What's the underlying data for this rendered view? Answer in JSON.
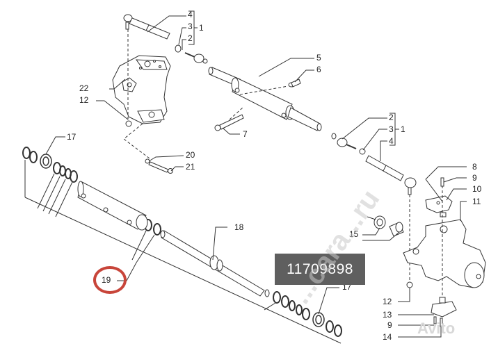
{
  "diagram": {
    "type": "exploded parts diagram",
    "subject": "front steering cylinder / tie rod assembly",
    "part_number_badge": "11709898",
    "highlighted_callout": "19",
    "highlight_color": "#c8453a",
    "watermarks": [
      "Avito",
      "...cara...ru"
    ],
    "callouts": [
      {
        "id": "c4a",
        "text": "4"
      },
      {
        "id": "c3a",
        "text": "3"
      },
      {
        "id": "c1a",
        "text": "1"
      },
      {
        "id": "c2a",
        "text": "2"
      },
      {
        "id": "c5",
        "text": "5"
      },
      {
        "id": "c6",
        "text": "6"
      },
      {
        "id": "c22",
        "text": "22"
      },
      {
        "id": "c12a",
        "text": "12"
      },
      {
        "id": "c7",
        "text": "7"
      },
      {
        "id": "c2b",
        "text": "2"
      },
      {
        "id": "c3b",
        "text": "3"
      },
      {
        "id": "c1b",
        "text": "1"
      },
      {
        "id": "c4b",
        "text": "4"
      },
      {
        "id": "c17a",
        "text": "17"
      },
      {
        "id": "c20",
        "text": "20"
      },
      {
        "id": "c21",
        "text": "21"
      },
      {
        "id": "c8",
        "text": "8"
      },
      {
        "id": "c9a",
        "text": "9"
      },
      {
        "id": "c10",
        "text": "10"
      },
      {
        "id": "c11",
        "text": "11"
      },
      {
        "id": "c18",
        "text": "18"
      },
      {
        "id": "c15",
        "text": "15"
      },
      {
        "id": "c19",
        "text": "19"
      },
      {
        "id": "c17b",
        "text": "17"
      },
      {
        "id": "c12b",
        "text": "12"
      },
      {
        "id": "c13",
        "text": "13"
      },
      {
        "id": "c9b",
        "text": "9"
      },
      {
        "id": "c14",
        "text": "14"
      }
    ]
  }
}
